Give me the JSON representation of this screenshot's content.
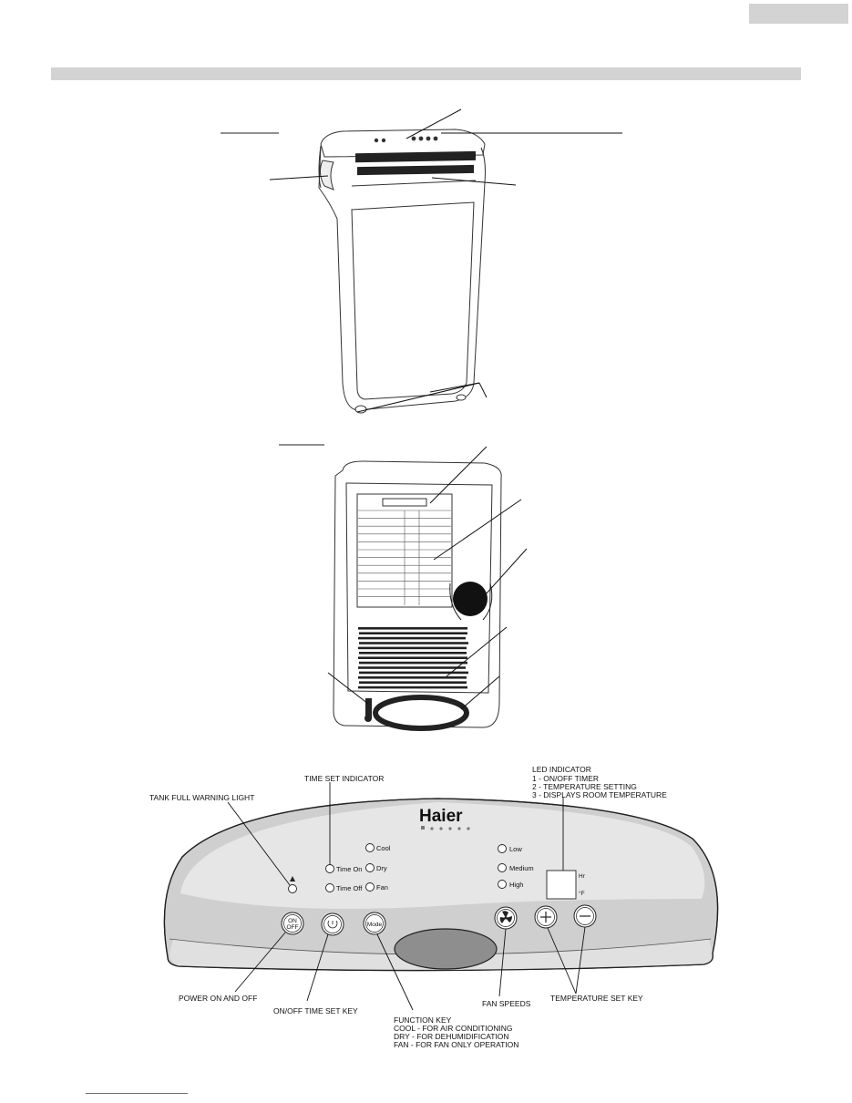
{
  "panel": {
    "brand": "Haier",
    "leds": {
      "cool": "Cool",
      "dry": "Dry",
      "fan": "Fan",
      "time_on": "Time On",
      "time_off": "Time Off",
      "low": "Low",
      "medium": "Medium",
      "high": "High"
    },
    "display": {
      "hr": "Hr",
      "deg_f": "°F"
    },
    "buttons": {
      "on": "ON",
      "off": "OFF",
      "mode": "Mode"
    },
    "callouts": {
      "time_set_indicator": "TIME SET INDICATOR",
      "tank_full": "TANK FULL WARNING LIGHT",
      "led_indicator": "LED INDICATOR",
      "led_1": "1 - ON/OFF TIMER",
      "led_2": "2 - TEMPERATURE SETTING",
      "led_3": "3 - DISPLAYS ROOM TEMPERATURE",
      "power": "POWER ON AND OFF",
      "timer_key": "ON/OFF TIME SET KEY",
      "function_key": "FUNCTION KEY",
      "fn_cool": "COOL - FOR AIR CONDITIONING",
      "fn_dry": "DRY - FOR DEHUMIDIFICATION",
      "fn_fan": "FAN - FOR FAN ONLY OPERATION",
      "fan_speeds": "FAN SPEEDS",
      "temp_key": "TEMPERATURE SET KEY"
    }
  }
}
